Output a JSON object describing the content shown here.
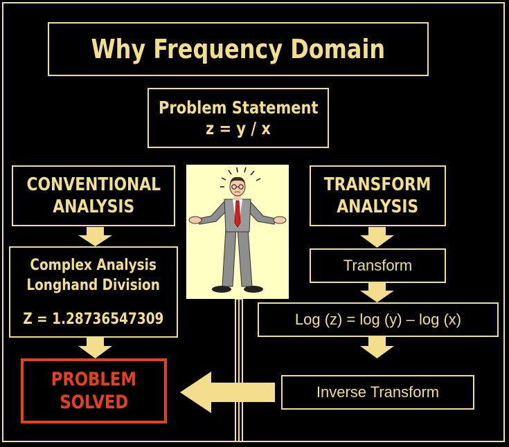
{
  "title": "Why Frequency Domain",
  "problem_statement": {
    "heading": "Problem Statement",
    "equation": "z = y / x"
  },
  "conventional": {
    "heading_line1": "CONVENTIONAL",
    "heading_line2": "ANALYSIS",
    "method_line1": "Complex Analysis",
    "method_line2": "Longhand Division",
    "result": "Z = 1.28736547309"
  },
  "transform": {
    "heading_line1": "TRANSFORM",
    "heading_line2": "ANALYSIS",
    "step_transform": "Transform",
    "step_log": "Log (z) = log (y) – log (x)",
    "step_inverse": "Inverse Transform"
  },
  "outcome": {
    "line1": "PROBLEM",
    "line2": "SOLVED"
  },
  "colors": {
    "background": "#000000",
    "accent": "#F2DE8C",
    "solved": "#E8401C",
    "figure_panel": "#FFFFC4"
  }
}
